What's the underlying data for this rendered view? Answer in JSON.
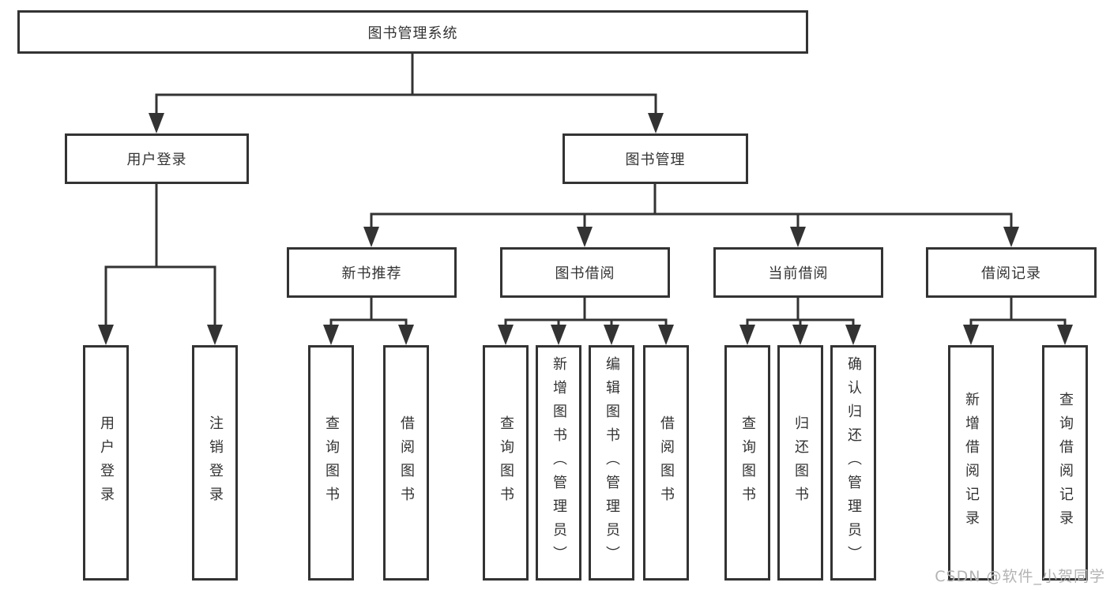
{
  "diagram_type": "hierarchy",
  "nodes": {
    "root": "图书管理系统",
    "user_login": "用户登录",
    "book_mgmt": "图书管理",
    "new_book_rec": "新书推荐",
    "book_borrow": "图书借阅",
    "current_borrow": "当前借阅",
    "borrow_record": "借阅记录",
    "leaf_user_login": "用户登录",
    "leaf_logout": "注销登录",
    "leaf_query_book_rec": "查询图书",
    "leaf_borrow_book_rec": "借阅图书",
    "leaf_query_book_borrow": "查询图书",
    "leaf_add_book": "新增图书（管理员）",
    "leaf_edit_book": "编辑图书（管理员）",
    "leaf_borrow_book_borrow": "借阅图书",
    "leaf_query_book_current": "查询图书",
    "leaf_return_book": "归还图书",
    "leaf_confirm_return": "确认归还（管理员）",
    "leaf_add_borrow_record": "新增借阅记录",
    "leaf_query_borrow_record": "查询借阅记录"
  },
  "edges": [
    [
      "root",
      "user_login"
    ],
    [
      "root",
      "book_mgmt"
    ],
    [
      "user_login",
      "leaf_user_login"
    ],
    [
      "user_login",
      "leaf_logout"
    ],
    [
      "book_mgmt",
      "new_book_rec"
    ],
    [
      "book_mgmt",
      "book_borrow"
    ],
    [
      "book_mgmt",
      "current_borrow"
    ],
    [
      "book_mgmt",
      "borrow_record"
    ],
    [
      "new_book_rec",
      "leaf_query_book_rec"
    ],
    [
      "new_book_rec",
      "leaf_borrow_book_rec"
    ],
    [
      "book_borrow",
      "leaf_query_book_borrow"
    ],
    [
      "book_borrow",
      "leaf_add_book"
    ],
    [
      "book_borrow",
      "leaf_edit_book"
    ],
    [
      "book_borrow",
      "leaf_borrow_book_borrow"
    ],
    [
      "current_borrow",
      "leaf_query_book_current"
    ],
    [
      "current_borrow",
      "leaf_return_book"
    ],
    [
      "current_borrow",
      "leaf_confirm_return"
    ],
    [
      "borrow_record",
      "leaf_add_borrow_record"
    ],
    [
      "borrow_record",
      "leaf_query_borrow_record"
    ]
  ],
  "watermark": "CSDN @软件_小贺同学",
  "colors": {
    "line": "#333333",
    "box_border": "#333333",
    "box_bg": "#ffffff",
    "text": "#333333",
    "watermark": "#b3b3b3"
  }
}
